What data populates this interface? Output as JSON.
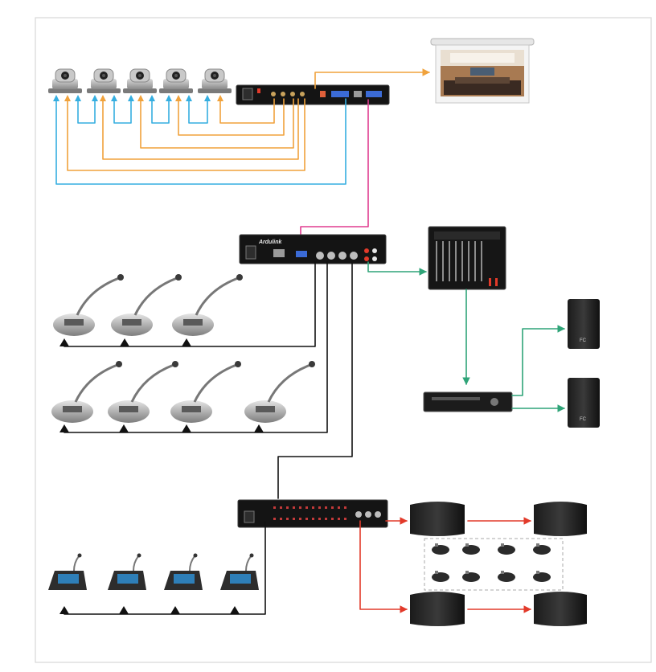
{
  "diagram": {
    "processor_brand": "Ardulink",
    "speaker_brand": "FC",
    "colors": {
      "camera_video": "#f0a23c",
      "camera_control": "#35aee0",
      "link": "#e03c8f",
      "audio": "#2fa478",
      "conference": "#111111",
      "paging": "#e23a2a"
    },
    "components": {
      "ptz_cameras": 5,
      "video_matrix": 1,
      "projection_screen": 1,
      "conference_host": 1,
      "chairman_delegate_mics": 7,
      "audio_mixer": 1,
      "power_amplifier": 1,
      "full_range_speakers": 2,
      "interpretation_host": 1,
      "desktop_units": 4,
      "wall_speakers": 4,
      "receivers": 8
    }
  }
}
